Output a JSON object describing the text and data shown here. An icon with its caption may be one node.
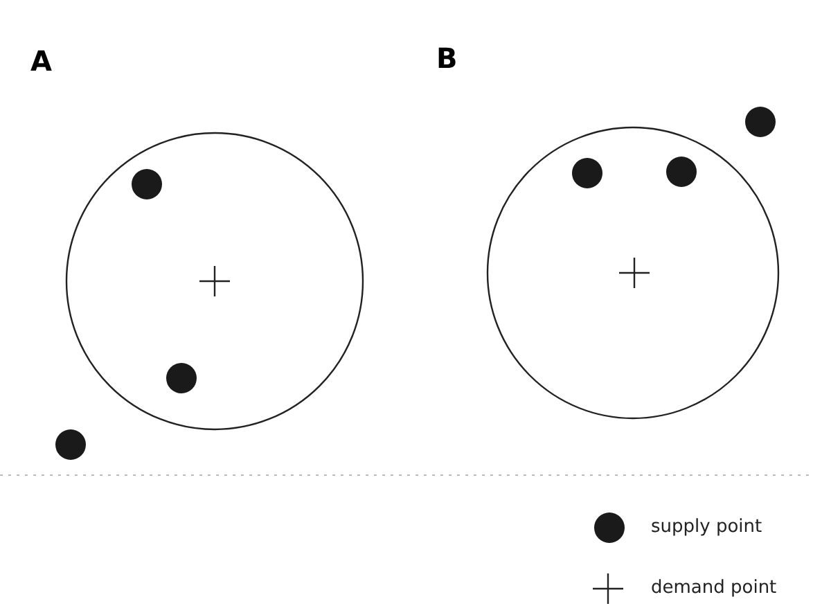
{
  "diagram": {
    "labels": [
      "A",
      "B"
    ],
    "legend": [
      {
        "text": "supply point"
      },
      {
        "text": "demand point"
      }
    ]
  }
}
